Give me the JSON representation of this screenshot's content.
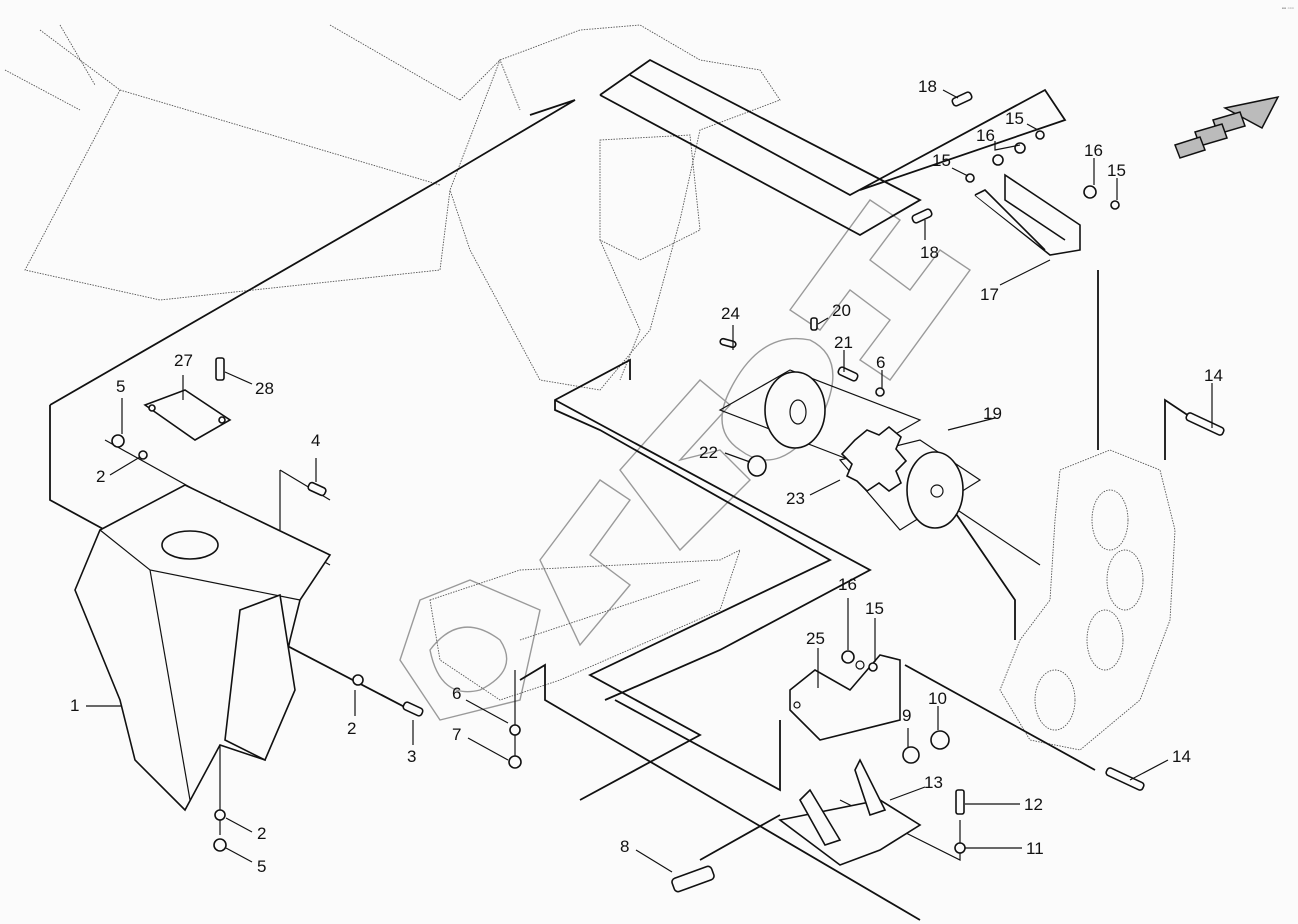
{
  "diagram": {
    "type": "exploded-parts-diagram",
    "watermark_text": "БИЗОН",
    "direction_indicator": "forward-arrow-icon",
    "corner_mark": "▪▪ ▫▫▫",
    "callouts": [
      {
        "id": "c1",
        "number": "1",
        "part": "cover-shield"
      },
      {
        "id": "c2a",
        "number": "2",
        "part": "washer"
      },
      {
        "id": "c2b",
        "number": "2",
        "part": "washer"
      },
      {
        "id": "c2c",
        "number": "2",
        "part": "washer"
      },
      {
        "id": "c3",
        "number": "3",
        "part": "bolt"
      },
      {
        "id": "c4",
        "number": "4",
        "part": "bolt"
      },
      {
        "id": "c5a",
        "number": "5",
        "part": "nut"
      },
      {
        "id": "c5b",
        "number": "5",
        "part": "nut"
      },
      {
        "id": "c6a",
        "number": "6",
        "part": "washer"
      },
      {
        "id": "c6b",
        "number": "6",
        "part": "washer"
      },
      {
        "id": "c7",
        "number": "7",
        "part": "nut"
      },
      {
        "id": "c8",
        "number": "8",
        "part": "bolt"
      },
      {
        "id": "c9",
        "number": "9",
        "part": "lock-washer"
      },
      {
        "id": "c10",
        "number": "10",
        "part": "nut"
      },
      {
        "id": "c11",
        "number": "11",
        "part": "washer"
      },
      {
        "id": "c12",
        "number": "12",
        "part": "bolt"
      },
      {
        "id": "c13",
        "number": "13",
        "part": "mounting-bracket"
      },
      {
        "id": "c14a",
        "number": "14",
        "part": "bolt"
      },
      {
        "id": "c14b",
        "number": "14",
        "part": "bolt"
      },
      {
        "id": "c15a",
        "number": "15",
        "part": "washer"
      },
      {
        "id": "c15b",
        "number": "15",
        "part": "washer"
      },
      {
        "id": "c15c",
        "number": "15",
        "part": "washer"
      },
      {
        "id": "c15d",
        "number": "15",
        "part": "washer"
      },
      {
        "id": "c16a",
        "number": "16",
        "part": "nut"
      },
      {
        "id": "c16b",
        "number": "16",
        "part": "nut"
      },
      {
        "id": "c16c",
        "number": "16",
        "part": "nut"
      },
      {
        "id": "c17",
        "number": "17",
        "part": "strap-bracket"
      },
      {
        "id": "c18a",
        "number": "18",
        "part": "bolt"
      },
      {
        "id": "c18b",
        "number": "18",
        "part": "bolt"
      },
      {
        "id": "c19",
        "number": "19",
        "part": "coupling-hub"
      },
      {
        "id": "c20",
        "number": "20",
        "part": "set-screw"
      },
      {
        "id": "c21",
        "number": "21",
        "part": "bolt"
      },
      {
        "id": "c22",
        "number": "22",
        "part": "bushing"
      },
      {
        "id": "c23",
        "number": "23",
        "part": "spider-insert"
      },
      {
        "id": "c24",
        "number": "24",
        "part": "key"
      },
      {
        "id": "c25",
        "number": "25",
        "part": "support-bracket"
      },
      {
        "id": "c27",
        "number": "27",
        "part": "cover-plate"
      },
      {
        "id": "c28",
        "number": "28",
        "part": "bolt"
      }
    ]
  }
}
